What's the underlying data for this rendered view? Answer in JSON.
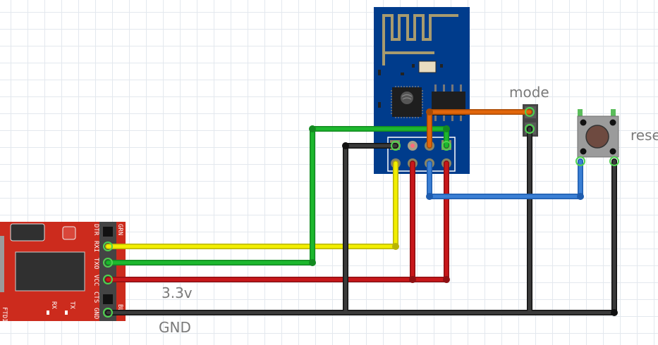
{
  "labels": {
    "mode": "mode",
    "reset": "reset",
    "vcc": "3.3v",
    "gnd": "GND"
  },
  "ftdi": {
    "name": "FTDI",
    "pins": [
      "DTR",
      "RXI",
      "TXO",
      "VCC",
      "CTS",
      "GND"
    ],
    "side_top": "GRN",
    "side_bottom": "BLK",
    "leds": [
      "TX",
      "RX"
    ]
  },
  "colors": {
    "ftdi_board": "#cc2b1d",
    "esp_board": "#003c8c",
    "wire_yellow": "#f2ee00",
    "wire_green": "#1db82e",
    "wire_red": "#c8171a",
    "wire_black": "#3a3a3a",
    "wire_orange": "#e2660b",
    "wire_blue": "#3b7fd4"
  },
  "wires": [
    {
      "name": "rx-wire",
      "color": "yellow",
      "from": "FTDI RXI",
      "to": "ESP8266 TX"
    },
    {
      "name": "tx-wire",
      "color": "green",
      "from": "FTDI TXO",
      "to": "ESP8266 RX"
    },
    {
      "name": "vcc-wire",
      "color": "red",
      "from": "FTDI VCC",
      "to": "ESP8266 CH_PD / VCC"
    },
    {
      "name": "gnd-wire",
      "color": "black",
      "from": "FTDI GND",
      "to": "ESP8266 GND, mode jumper, reset button"
    },
    {
      "name": "gpio0-wire",
      "color": "orange",
      "from": "ESP8266 GPIO0",
      "to": "mode jumper"
    },
    {
      "name": "reset-wire",
      "color": "blue",
      "from": "ESP8266 RST",
      "to": "reset button"
    }
  ]
}
